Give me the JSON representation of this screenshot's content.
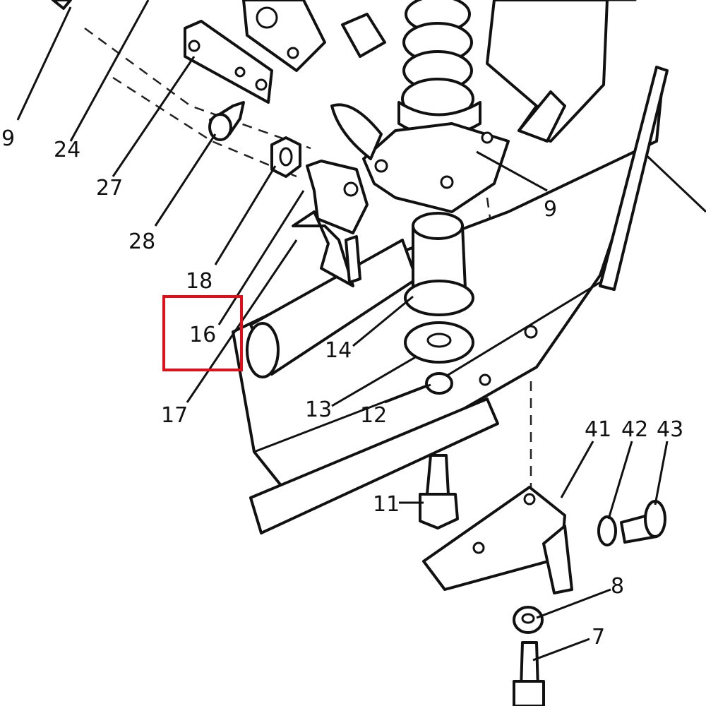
{
  "colors": {
    "ink": "#111111",
    "paper": "#ffffff",
    "highlight": "#e0101a"
  },
  "highlighted_callout": "16",
  "callouts": {
    "c9a": "9",
    "c24": "24",
    "c27": "27",
    "c28": "28",
    "c18": "18",
    "c16": "16",
    "c17": "17",
    "c9b": "9",
    "c14": "14",
    "c13": "13",
    "c12": "12",
    "c41": "41",
    "c42": "42",
    "c43": "43",
    "c11": "11",
    "c8": "8",
    "c7": "7"
  }
}
